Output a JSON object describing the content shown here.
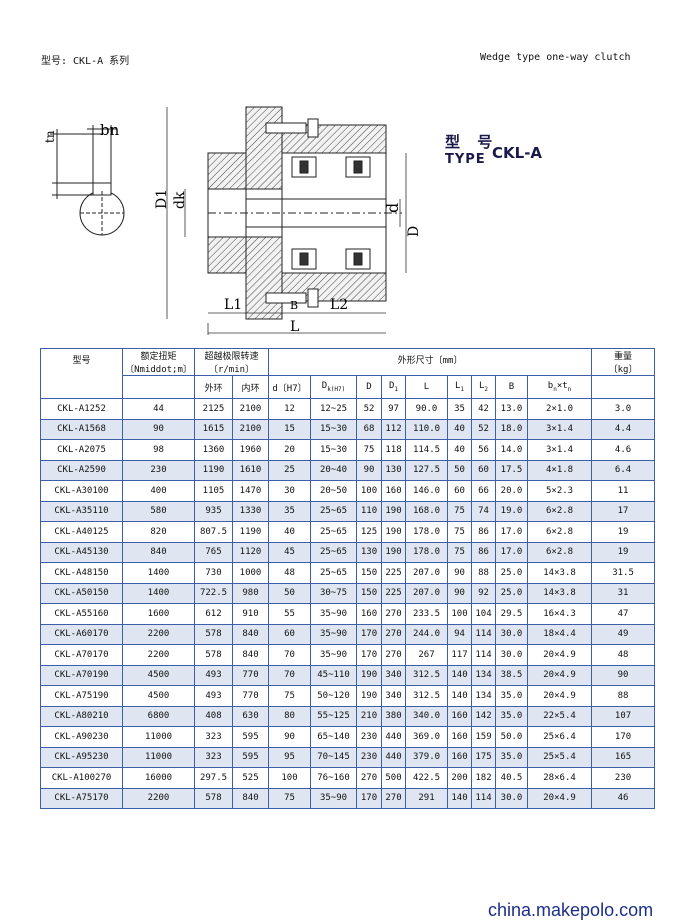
{
  "header": {
    "left": "型号: CKL-A 系列",
    "right": "Wedge type one-way clutch"
  },
  "drawing": {
    "type_cn": "型 号",
    "type_en": "TYPE",
    "model": "CKL-A",
    "labels": {
      "tn": "tn",
      "bn": "bn",
      "D1": "D1",
      "dk": "dk",
      "d": "d",
      "D": "D",
      "L1": "L1",
      "B": "B",
      "L2": "L2",
      "L": "L"
    }
  },
  "table": {
    "headers": {
      "model": "型号",
      "torque_cn": "额定扭矩",
      "torque_unit": "〔Nmiddot;m〕",
      "speed_cn": "超越极限转速",
      "speed_unit": "〔r/min〕",
      "dims_cn": "外形尺寸〔mm〕",
      "weight_cn": "重量",
      "weight_unit": "〔kg〕",
      "outer": "外环",
      "inner": "内环",
      "d": "d〔H7〕",
      "dk": "D",
      "dk_sub": "k(H7)",
      "D": "D",
      "D1": "D",
      "D1_sub": "1",
      "L": "L",
      "L1": "L",
      "L1_sub": "1",
      "L2": "L",
      "L2_sub": "2",
      "B": "B",
      "bn": "b",
      "bn_sub": "n",
      "times": "×t",
      "tn_sub": "n"
    },
    "rows": [
      [
        "CKL-A1252",
        "44",
        "2125",
        "2100",
        "12",
        "12~25",
        "52",
        "97",
        "90.0",
        "35",
        "42",
        "13.0",
        "2×1.0",
        "3.0"
      ],
      [
        "CKL-A1568",
        "90",
        "1615",
        "2100",
        "15",
        "15~30",
        "68",
        "112",
        "110.0",
        "40",
        "52",
        "18.0",
        "3×1.4",
        "4.4"
      ],
      [
        "CKL-A2075",
        "98",
        "1360",
        "1960",
        "20",
        "15~30",
        "75",
        "118",
        "114.5",
        "40",
        "56",
        "14.0",
        "3×1.4",
        "4.6"
      ],
      [
        "CKL-A2590",
        "230",
        "1190",
        "1610",
        "25",
        "20~40",
        "90",
        "130",
        "127.5",
        "50",
        "60",
        "17.5",
        "4×1.8",
        "6.4"
      ],
      [
        "CKL-A30100",
        "400",
        "1105",
        "1470",
        "30",
        "20~50",
        "100",
        "160",
        "146.0",
        "60",
        "66",
        "20.0",
        "5×2.3",
        "11"
      ],
      [
        "CKL-A35110",
        "580",
        "935",
        "1330",
        "35",
        "25~65",
        "110",
        "190",
        "168.0",
        "75",
        "74",
        "19.0",
        "6×2.8",
        "17"
      ],
      [
        "CKL-A40125",
        "820",
        "807.5",
        "1190",
        "40",
        "25~65",
        "125",
        "190",
        "178.0",
        "75",
        "86",
        "17.0",
        "6×2.8",
        "19"
      ],
      [
        "CKL-A45130",
        "840",
        "765",
        "1120",
        "45",
        "25~65",
        "130",
        "190",
        "178.0",
        "75",
        "86",
        "17.0",
        "6×2.8",
        "19"
      ],
      [
        "CKL-A48150",
        "1400",
        "730",
        "1000",
        "48",
        "25~65",
        "150",
        "225",
        "207.0",
        "90",
        "88",
        "25.0",
        "14×3.8",
        "31.5"
      ],
      [
        "CKL-A50150",
        "1400",
        "722.5",
        "980",
        "50",
        "30~75",
        "150",
        "225",
        "207.0",
        "90",
        "92",
        "25.0",
        "14×3.8",
        "31"
      ],
      [
        "CKL-A55160",
        "1600",
        "612",
        "910",
        "55",
        "35~90",
        "160",
        "270",
        "233.5",
        "100",
        "104",
        "29.5",
        "16×4.3",
        "47"
      ],
      [
        "CKL-A60170",
        "2200",
        "578",
        "840",
        "60",
        "35~90",
        "170",
        "270",
        "244.0",
        "94",
        "114",
        "30.0",
        "18×4.4",
        "49"
      ],
      [
        "CKL-A70170",
        "2200",
        "578",
        "840",
        "70",
        "35~90",
        "170",
        "270",
        "267",
        "117",
        "114",
        "30.0",
        "20×4.9",
        "48"
      ],
      [
        "CKL-A70190",
        "4500",
        "493",
        "770",
        "70",
        "45~110",
        "190",
        "340",
        "312.5",
        "140",
        "134",
        "38.5",
        "20×4.9",
        "90"
      ],
      [
        "CKL-A75190",
        "4500",
        "493",
        "770",
        "75",
        "50~120",
        "190",
        "340",
        "312.5",
        "140",
        "134",
        "35.0",
        "20×4.9",
        "88"
      ],
      [
        "CKL-A80210",
        "6800",
        "408",
        "630",
        "80",
        "55~125",
        "210",
        "380",
        "340.0",
        "160",
        "142",
        "35.0",
        "22×5.4",
        "107"
      ],
      [
        "CKL-A90230",
        "11000",
        "323",
        "595",
        "90",
        "65~140",
        "230",
        "440",
        "369.0",
        "160",
        "159",
        "50.0",
        "25×6.4",
        "170"
      ],
      [
        "CKL-A95230",
        "11000",
        "323",
        "595",
        "95",
        "70~145",
        "230",
        "440",
        "379.0",
        "160",
        "175",
        "35.0",
        "25×5.4",
        "165"
      ],
      [
        "CKL-A100270",
        "16000",
        "297.5",
        "525",
        "100",
        "76~160",
        "270",
        "500",
        "422.5",
        "200",
        "182",
        "40.5",
        "28×6.4",
        "230"
      ],
      [
        "CKL-A75170",
        "2200",
        "578",
        "840",
        "75",
        "35~90",
        "170",
        "270",
        "291",
        "140",
        "114",
        "30.0",
        "20×4.9",
        "46"
      ]
    ]
  },
  "watermark": "china.makepolo.com"
}
